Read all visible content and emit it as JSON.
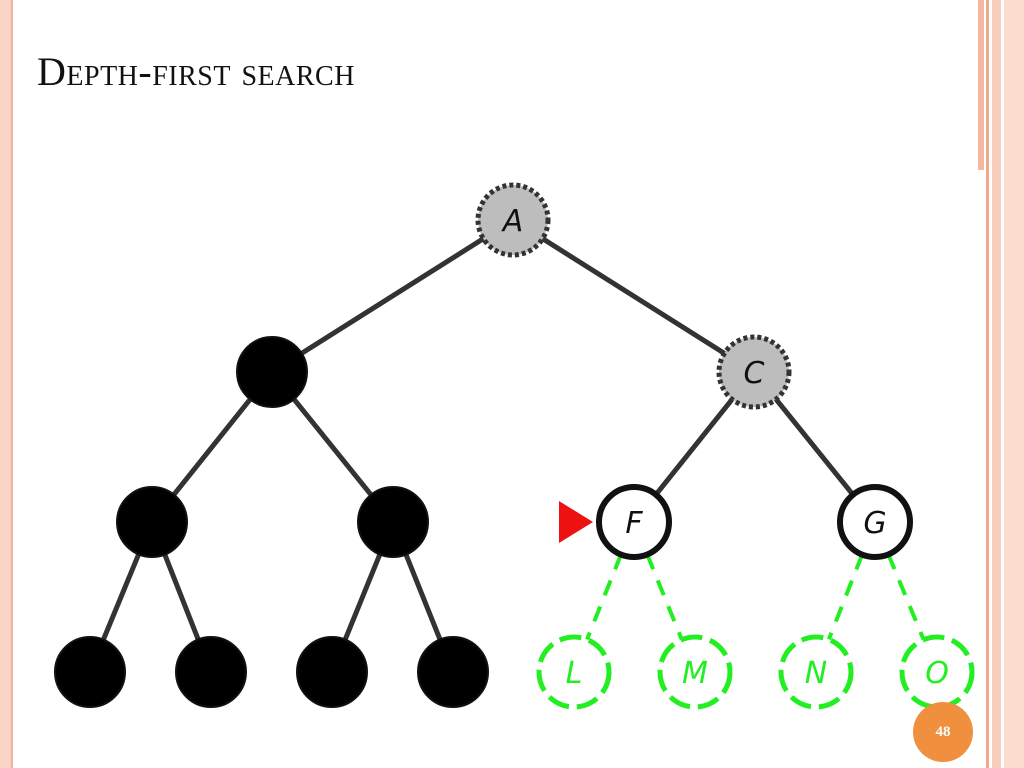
{
  "slide": {
    "title": "Depth-first search",
    "page_number": "48"
  },
  "colors": {
    "accent": "#f0903f",
    "expanded_fill": "#000000",
    "frontier_fill": "#bdbdbd",
    "fringe_fill": "#ffffff",
    "unexplored_stroke": "#22ee22",
    "pointer": "#ee1111"
  },
  "tree": {
    "nodes": [
      {
        "id": "A",
        "label": "A",
        "state": "frontier"
      },
      {
        "id": "B",
        "label": "",
        "state": "expanded"
      },
      {
        "id": "C",
        "label": "C",
        "state": "frontier"
      },
      {
        "id": "D",
        "label": "",
        "state": "expanded"
      },
      {
        "id": "E",
        "label": "",
        "state": "expanded"
      },
      {
        "id": "F",
        "label": "F",
        "state": "fringe",
        "current": true
      },
      {
        "id": "G",
        "label": "G",
        "state": "fringe"
      },
      {
        "id": "H",
        "label": "",
        "state": "expanded"
      },
      {
        "id": "I",
        "label": "",
        "state": "expanded"
      },
      {
        "id": "J",
        "label": "",
        "state": "expanded"
      },
      {
        "id": "K",
        "label": "",
        "state": "expanded"
      },
      {
        "id": "L",
        "label": "L",
        "state": "unexplored"
      },
      {
        "id": "M",
        "label": "M",
        "state": "unexplored"
      },
      {
        "id": "N",
        "label": "N",
        "state": "unexplored"
      },
      {
        "id": "O",
        "label": "O",
        "state": "unexplored"
      }
    ],
    "edges": [
      {
        "from": "A",
        "to": "B",
        "style": "solid"
      },
      {
        "from": "A",
        "to": "C",
        "style": "solid"
      },
      {
        "from": "B",
        "to": "D",
        "style": "solid"
      },
      {
        "from": "B",
        "to": "E",
        "style": "solid"
      },
      {
        "from": "C",
        "to": "F",
        "style": "solid"
      },
      {
        "from": "C",
        "to": "G",
        "style": "solid"
      },
      {
        "from": "D",
        "to": "H",
        "style": "solid"
      },
      {
        "from": "D",
        "to": "I",
        "style": "solid"
      },
      {
        "from": "E",
        "to": "J",
        "style": "solid"
      },
      {
        "from": "E",
        "to": "K",
        "style": "solid"
      },
      {
        "from": "F",
        "to": "L",
        "style": "dashed"
      },
      {
        "from": "F",
        "to": "M",
        "style": "dashed"
      },
      {
        "from": "G",
        "to": "N",
        "style": "dashed"
      },
      {
        "from": "G",
        "to": "O",
        "style": "dashed"
      }
    ]
  }
}
